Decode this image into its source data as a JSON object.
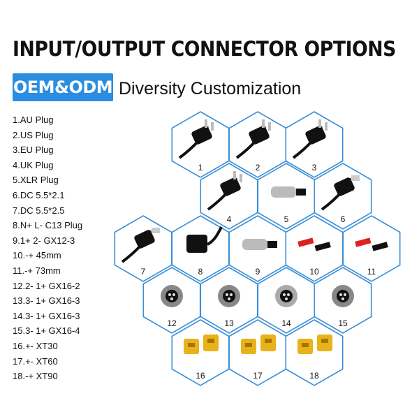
{
  "header": {
    "title": "INPUT/OUTPUT CONNECTOR OPTIONS",
    "badge": "OEM&ODM",
    "subtitle": "Diversity Customization"
  },
  "connectors": [
    "1.AU Plug",
    "2.US Plug",
    "3.EU Plug",
    "4.UK Plug",
    "5.XLR Plug",
    "6.DC 5.5*2.1",
    "7.DC 5.5*2.5",
    "8.N+ L- C13 Plug",
    "9.1+ 2- GX12-3",
    "10.-+ 45mm",
    "11.-+ 73mm",
    "12.2- 1+ GX16-2",
    "13.3- 1+ GX16-3",
    "14.3- 1+ GX16-3",
    "15.3- 1+ GX16-4",
    "16.+- XT30",
    "17.+- XT60",
    "18.-+ XT90"
  ],
  "hex_labels": [
    "1",
    "2",
    "3",
    "4",
    "5",
    "6",
    "7",
    "8",
    "9",
    "10",
    "11",
    "12",
    "13",
    "14",
    "15",
    "16",
    "17",
    "18"
  ],
  "colors": {
    "badge": "#2a8de0",
    "hex_border": "#3a8fd8",
    "xt_yellow": "#e8b21a",
    "cable": "#111111"
  }
}
